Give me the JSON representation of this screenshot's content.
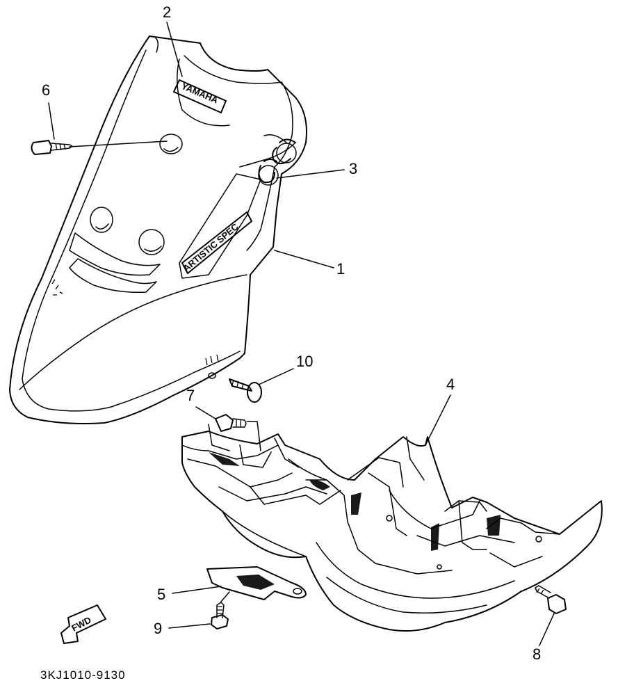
{
  "diagram": {
    "callouts": [
      {
        "id": "c1",
        "label": "1",
        "part": "front-cover"
      },
      {
        "id": "c2",
        "label": "2",
        "part": "yamaha-emblem"
      },
      {
        "id": "c3",
        "label": "3",
        "part": "jog-emblem"
      },
      {
        "id": "c4",
        "label": "4",
        "part": "under-cover"
      },
      {
        "id": "c5",
        "label": "5",
        "part": "bracket-plate"
      },
      {
        "id": "c6",
        "label": "6",
        "part": "tapping-screw"
      },
      {
        "id": "c7",
        "label": "7",
        "part": "bolt"
      },
      {
        "id": "c8",
        "label": "8",
        "part": "bolt"
      },
      {
        "id": "c9",
        "label": "9",
        "part": "screw"
      },
      {
        "id": "c10",
        "label": "10",
        "part": "rivet"
      }
    ],
    "emblem_yamaha": "YAMAHA",
    "emblem_sport": "ARTISTIC SPEC",
    "fwd_label": "FWD",
    "diagram_code": "3KJ1010-9130"
  }
}
